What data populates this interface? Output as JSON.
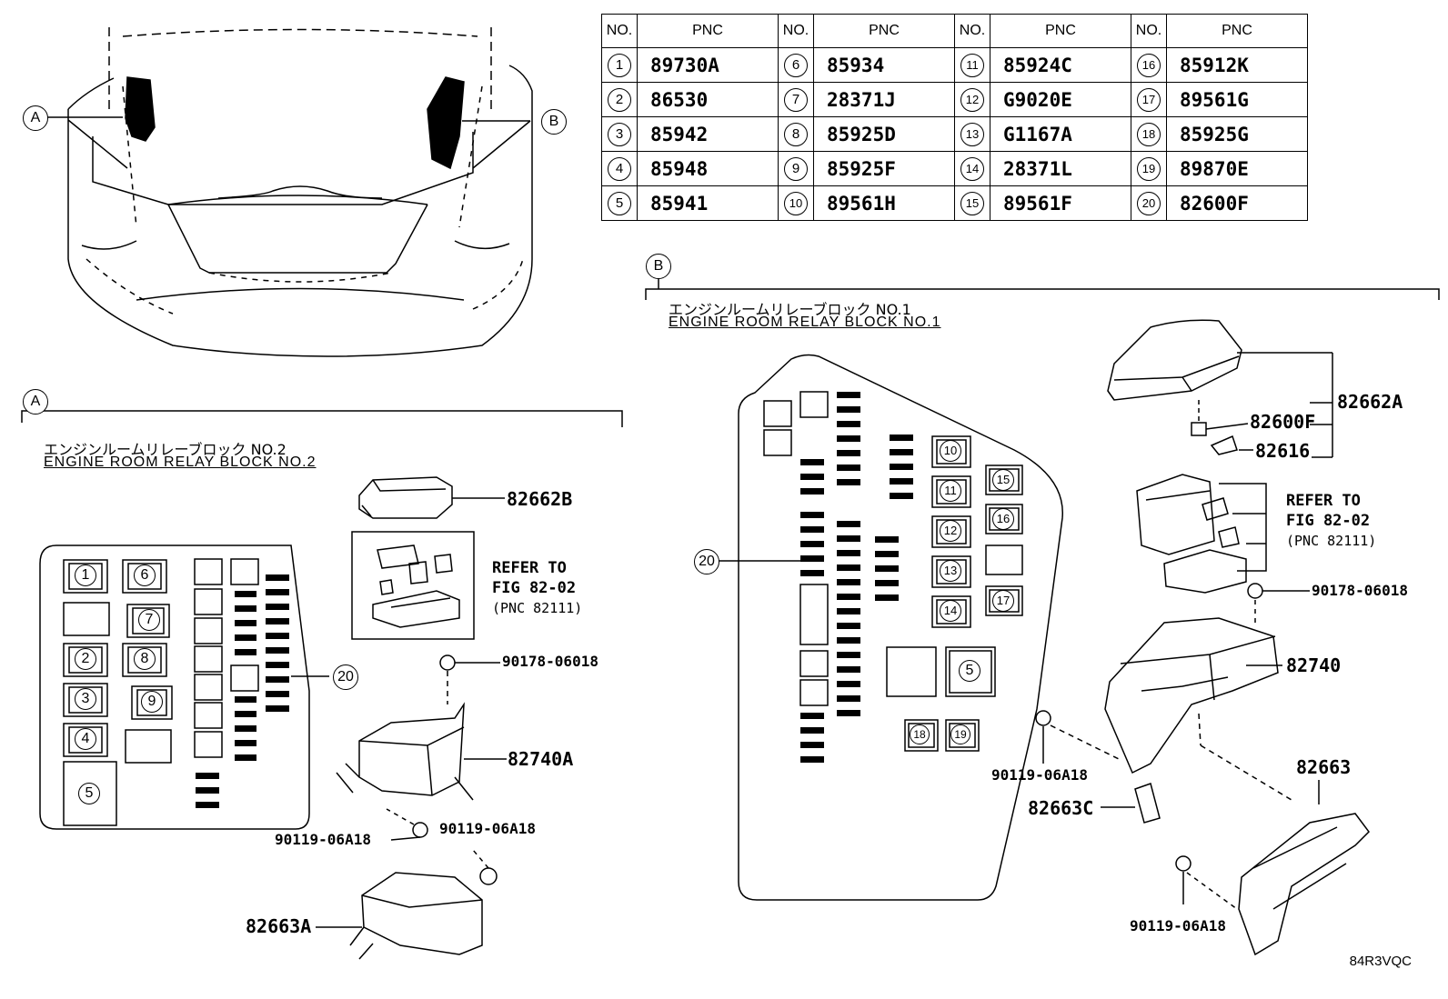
{
  "table": {
    "header_no": "NO.",
    "header_pnc": "PNC",
    "rows": [
      [
        {
          "no": "1",
          "pnc": "89730A"
        },
        {
          "no": "6",
          "pnc": "85934"
        },
        {
          "no": "11",
          "pnc": "85924C"
        },
        {
          "no": "16",
          "pnc": "85912K"
        }
      ],
      [
        {
          "no": "2",
          "pnc": "86530"
        },
        {
          "no": "7",
          "pnc": "28371J"
        },
        {
          "no": "12",
          "pnc": "G9020E"
        },
        {
          "no": "17",
          "pnc": "89561G"
        }
      ],
      [
        {
          "no": "3",
          "pnc": "85942"
        },
        {
          "no": "8",
          "pnc": "85925D"
        },
        {
          "no": "13",
          "pnc": "G1167A"
        },
        {
          "no": "18",
          "pnc": "85925G"
        }
      ],
      [
        {
          "no": "4",
          "pnc": "85948"
        },
        {
          "no": "9",
          "pnc": "85925F"
        },
        {
          "no": "14",
          "pnc": "28371L"
        },
        {
          "no": "19",
          "pnc": "89870E"
        }
      ],
      [
        {
          "no": "5",
          "pnc": "85941"
        },
        {
          "no": "10",
          "pnc": "89561H"
        },
        {
          "no": "15",
          "pnc": "89561F"
        },
        {
          "no": "20",
          "pnc": "82600F"
        }
      ]
    ]
  },
  "callouts": {
    "a": "A",
    "b": "B"
  },
  "section_a": {
    "title_jp": "エンジンルームリレーブロック NO.2",
    "title_en": "ENGINE ROOM RELAY BLOCK NO.2",
    "refer_line1": "REFER TO",
    "refer_line2": "FIG 82-02",
    "refer_line3": "(PNC 82111)",
    "parts": {
      "cover": "82662B",
      "clip": "90178-06018",
      "block": "82740A",
      "bolt1": "90119-06A18",
      "bolt2": "90119-06A18",
      "bracket": "82663A"
    },
    "box_nums": [
      "1",
      "6",
      "7",
      "2",
      "8",
      "3",
      "9",
      "4",
      "5",
      "20"
    ]
  },
  "section_b": {
    "title_jp": "エンジンルームリレーブロック NO.1",
    "title_en": "ENGINE ROOM RELAY BLOCK NO.1",
    "refer_line1": "REFER TO",
    "refer_line2": "FIG 82-02",
    "refer_line3": "(PNC 82111)",
    "parts": {
      "cover": "82662A",
      "fuse": "82600F",
      "puller": "82616",
      "clip": "90178-06018",
      "block": "82740",
      "bolt1": "90119-06A18",
      "bracket_c": "82663C",
      "bracket": "82663",
      "bolt2": "90119-06A18"
    },
    "box_nums": [
      "10",
      "11",
      "12",
      "13",
      "14",
      "15",
      "16",
      "17",
      "5",
      "18",
      "19",
      "20"
    ]
  },
  "drawing_code": "84R3VQC"
}
